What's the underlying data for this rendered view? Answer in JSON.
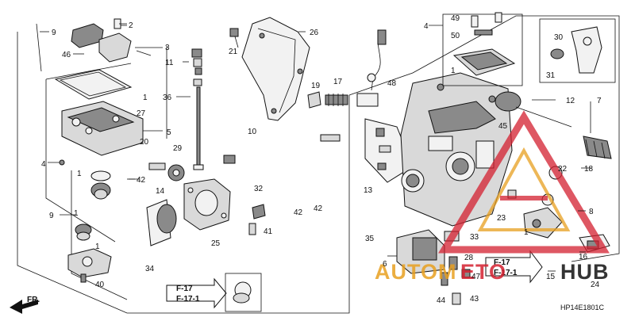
{
  "diagram": {
    "drawing_code": "HP14E1801C",
    "direction_label": "FR.",
    "ref_box": {
      "line1": "F-17",
      "line2": "F-17-1"
    },
    "ref_box_right": {
      "line1": "F-17",
      "line2": "F-17-1"
    },
    "watermark": {
      "text_left": "AUTOM",
      "text_mid": "ETO",
      "text_right": "HUB",
      "color_left": "#e8a020",
      "color_right": "#d42030"
    },
    "part_labels": [
      {
        "id": "p9a",
        "text": "9"
      },
      {
        "id": "p2",
        "text": "2"
      },
      {
        "id": "p3",
        "text": "3"
      },
      {
        "id": "p46",
        "text": "46"
      },
      {
        "id": "p11",
        "text": "11"
      },
      {
        "id": "p36",
        "text": "36"
      },
      {
        "id": "p1a",
        "text": "1"
      },
      {
        "id": "p27",
        "text": "27"
      },
      {
        "id": "p5",
        "text": "5"
      },
      {
        "id": "p20",
        "text": "20"
      },
      {
        "id": "p4",
        "text": "4"
      },
      {
        "id": "p1b",
        "text": "1"
      },
      {
        "id": "p29",
        "text": "29"
      },
      {
        "id": "p42a",
        "text": "42"
      },
      {
        "id": "p14",
        "text": "14"
      },
      {
        "id": "p9b",
        "text": "9"
      },
      {
        "id": "p1c",
        "text": "1"
      },
      {
        "id": "p1d",
        "text": "1"
      },
      {
        "id": "p40",
        "text": "40"
      },
      {
        "id": "p34",
        "text": "34"
      },
      {
        "id": "p25",
        "text": "25"
      },
      {
        "id": "p32",
        "text": "32"
      },
      {
        "id": "p41",
        "text": "41"
      },
      {
        "id": "p10",
        "text": "10"
      },
      {
        "id": "p21",
        "text": "21"
      },
      {
        "id": "p26",
        "text": "26"
      },
      {
        "id": "p19",
        "text": "19"
      },
      {
        "id": "p17",
        "text": "17"
      },
      {
        "id": "p48",
        "text": "48"
      },
      {
        "id": "p42b",
        "text": "42"
      },
      {
        "id": "p42c",
        "text": "42"
      },
      {
        "id": "p13",
        "text": "13"
      },
      {
        "id": "p35",
        "text": "35"
      },
      {
        "id": "p4b",
        "text": "4"
      },
      {
        "id": "p49",
        "text": "49"
      },
      {
        "id": "p50",
        "text": "50"
      },
      {
        "id": "p1e",
        "text": "1"
      },
      {
        "id": "p30",
        "text": "30"
      },
      {
        "id": "p31",
        "text": "31"
      },
      {
        "id": "p7",
        "text": "7"
      },
      {
        "id": "p12",
        "text": "12"
      },
      {
        "id": "p45",
        "text": "45"
      },
      {
        "id": "p22",
        "text": "22"
      },
      {
        "id": "p18",
        "text": "18"
      },
      {
        "id": "p8",
        "text": "8"
      },
      {
        "id": "p23",
        "text": "23"
      },
      {
        "id": "p1f",
        "text": "1"
      },
      {
        "id": "p33",
        "text": "33"
      },
      {
        "id": "p6",
        "text": "6"
      },
      {
        "id": "p28",
        "text": "28"
      },
      {
        "id": "p47",
        "text": "47"
      },
      {
        "id": "p44",
        "text": "44"
      },
      {
        "id": "p43",
        "text": "43"
      },
      {
        "id": "p15",
        "text": "15"
      },
      {
        "id": "p16",
        "text": "16"
      },
      {
        "id": "p24",
        "text": "24"
      }
    ]
  }
}
